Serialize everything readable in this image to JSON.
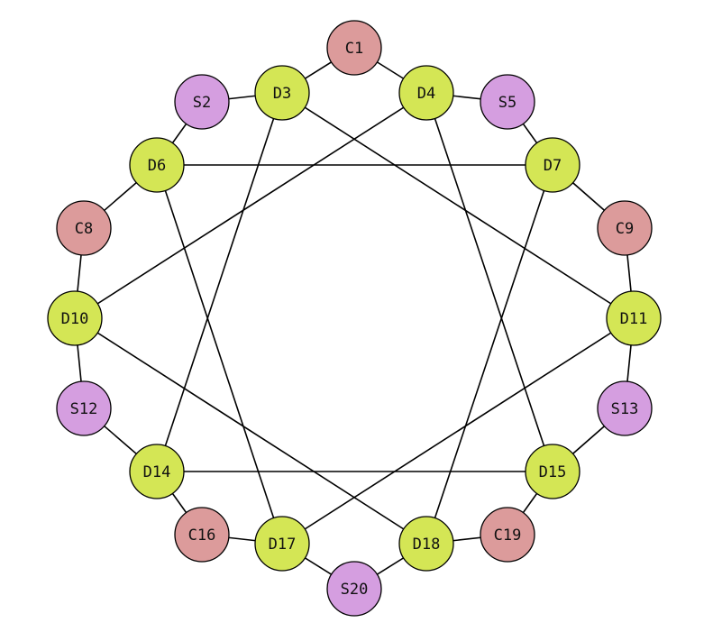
{
  "colors": {
    "C": "#dc9b9b",
    "S": "#d59ee0",
    "D": "#d4e655",
    "edge": "#000000",
    "stroke": "#000000"
  },
  "nodes": [
    {
      "id": "C1",
      "kind": "C"
    },
    {
      "id": "S2",
      "kind": "S"
    },
    {
      "id": "D3",
      "kind": "D"
    },
    {
      "id": "D4",
      "kind": "D"
    },
    {
      "id": "S5",
      "kind": "S"
    },
    {
      "id": "D6",
      "kind": "D"
    },
    {
      "id": "D7",
      "kind": "D"
    },
    {
      "id": "C8",
      "kind": "C"
    },
    {
      "id": "C9",
      "kind": "C"
    },
    {
      "id": "D10",
      "kind": "D"
    },
    {
      "id": "D11",
      "kind": "D"
    },
    {
      "id": "S12",
      "kind": "S"
    },
    {
      "id": "S13",
      "kind": "S"
    },
    {
      "id": "D14",
      "kind": "D"
    },
    {
      "id": "D15",
      "kind": "D"
    },
    {
      "id": "C16",
      "kind": "C"
    },
    {
      "id": "D17",
      "kind": "D"
    },
    {
      "id": "D18",
      "kind": "D"
    },
    {
      "id": "C19",
      "kind": "C"
    },
    {
      "id": "S20",
      "kind": "S"
    }
  ],
  "edges": [
    [
      "C1",
      "D3"
    ],
    [
      "C1",
      "D4"
    ],
    [
      "S2",
      "D3"
    ],
    [
      "S2",
      "D6"
    ],
    [
      "D4",
      "S5"
    ],
    [
      "S5",
      "D7"
    ],
    [
      "D6",
      "C8"
    ],
    [
      "C8",
      "D10"
    ],
    [
      "D7",
      "C9"
    ],
    [
      "C9",
      "D11"
    ],
    [
      "D10",
      "S12"
    ],
    [
      "S12",
      "D14"
    ],
    [
      "D11",
      "S13"
    ],
    [
      "S13",
      "D15"
    ],
    [
      "D14",
      "C16"
    ],
    [
      "C16",
      "D17"
    ],
    [
      "D15",
      "C19"
    ],
    [
      "C19",
      "D18"
    ],
    [
      "D17",
      "S20"
    ],
    [
      "S20",
      "D18"
    ],
    [
      "D6",
      "D7"
    ],
    [
      "D14",
      "D15"
    ],
    [
      "D3",
      "D11"
    ],
    [
      "D3",
      "D14"
    ],
    [
      "D4",
      "D10"
    ],
    [
      "D4",
      "D15"
    ],
    [
      "D6",
      "D17"
    ],
    [
      "D7",
      "D18"
    ],
    [
      "D10",
      "D18"
    ],
    [
      "D11",
      "D17"
    ]
  ]
}
